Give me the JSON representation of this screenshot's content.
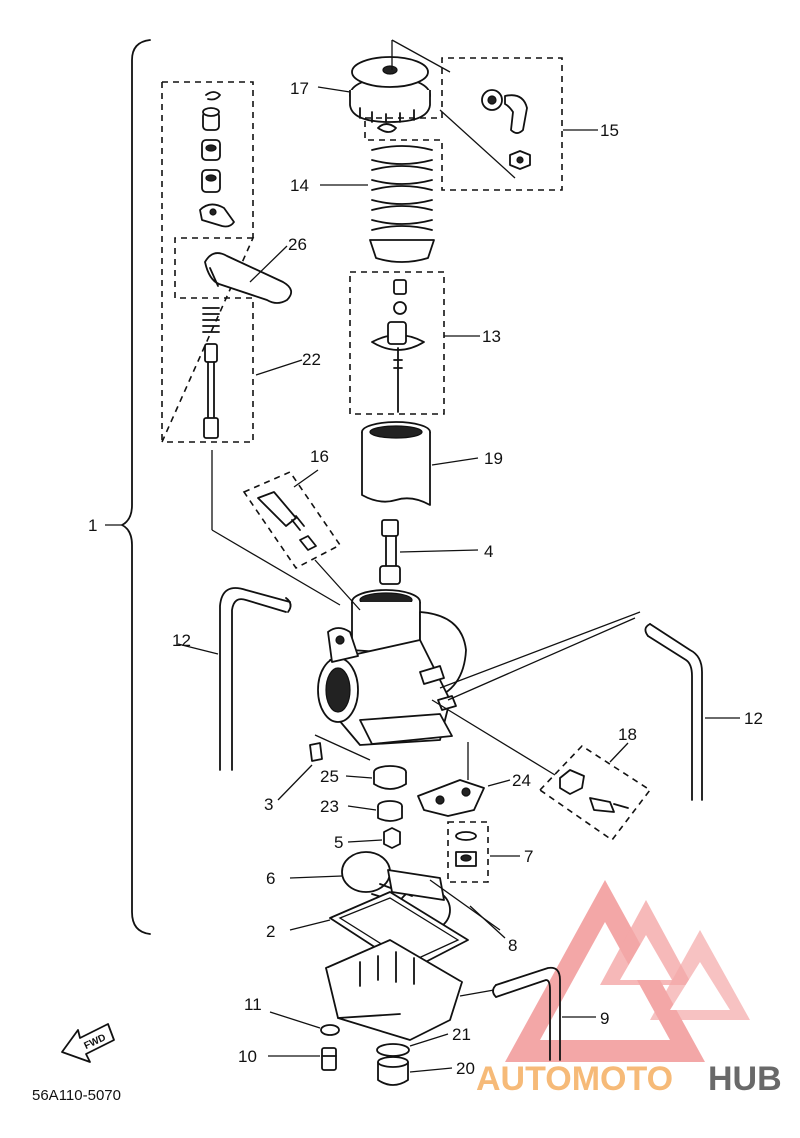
{
  "diagram": {
    "part_code": "56A110-5070",
    "fwd_label": "FWD",
    "callouts": [
      "1",
      "2",
      "3",
      "4",
      "5",
      "6",
      "7",
      "8",
      "9",
      "10",
      "11",
      "12",
      "12",
      "13",
      "14",
      "15",
      "16",
      "17",
      "18",
      "19",
      "20",
      "21",
      "22",
      "23",
      "24",
      "25",
      "26"
    ]
  },
  "watermark": {
    "text_a": "AUTOMOTO",
    "text_b": "HUB",
    "color_a": "#f6b36a",
    "color_b": "#444444",
    "logo_color": "#f08a8a"
  }
}
